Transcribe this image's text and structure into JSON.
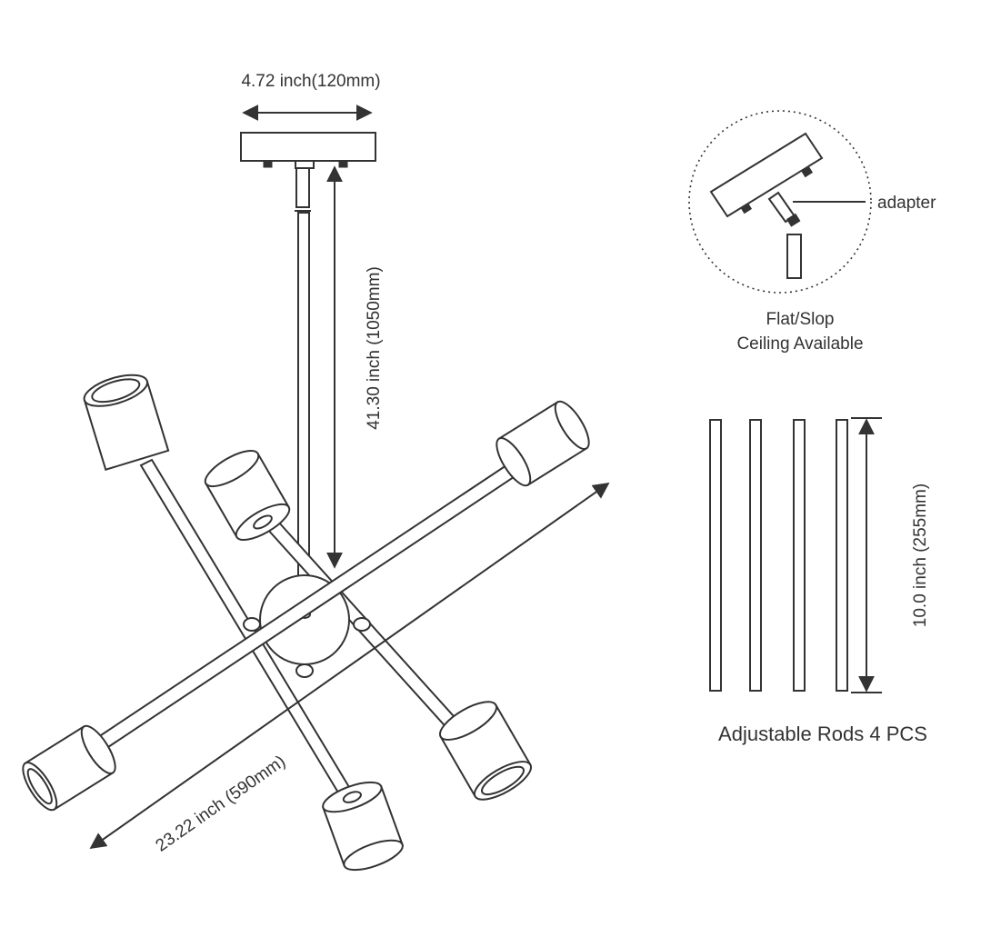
{
  "labels": {
    "canopy_width": "4.72 inch(120mm)",
    "drop_height": "41.30 inch (1050mm)",
    "span_width": "23.22 inch (590mm)",
    "adapter": "adapter",
    "ceiling_line1": "Flat/Slop",
    "ceiling_line2": "Ceiling Available",
    "rod_length": "10.0 inch (255mm)",
    "rods_caption": "Adjustable Rods 4 PCS"
  },
  "colors": {
    "line": "#333333",
    "background": "#ffffff"
  }
}
